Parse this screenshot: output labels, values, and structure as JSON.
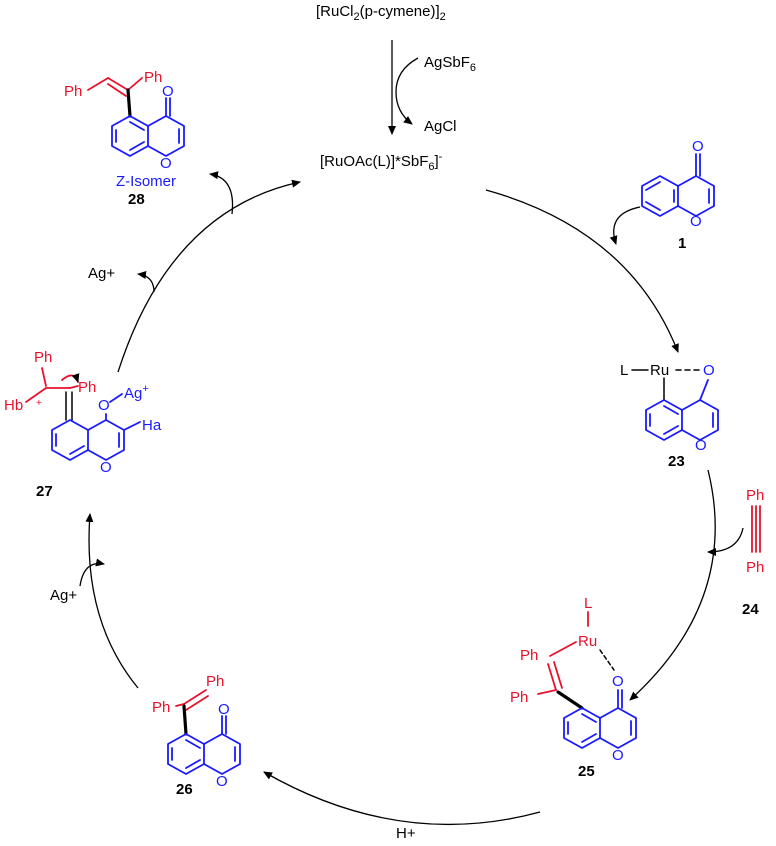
{
  "top": {
    "precatalyst": "[RuCl",
    "precatalyst_sub": "2",
    "precatalyst_mid": "(p-cymene)]",
    "precatalyst_sub2": "2",
    "reagent": "AgSbF",
    "reagent_sub": "6",
    "byproduct": "AgCl",
    "catalyst": "[RuOAc(L)]",
    "catalyst_mid": "*SbF",
    "catalyst_sub": "6",
    "catalyst_sup": "]",
    "catalyst_charge": "-"
  },
  "compounds": {
    "c1_label": "1",
    "c23_label": "23",
    "c24_label": "24",
    "c25_label": "25",
    "c26_label": "26",
    "c27_label": "27",
    "c28_label": "28",
    "z_isomer": "Z-Isomer"
  },
  "atoms": {
    "O": "O",
    "Ph": "Ph",
    "L": "L",
    "Ru": "Ru",
    "Ha": "Ha",
    "Hb": "Hb",
    "plus": "+",
    "Ag": "Ag",
    "Ag_plus": "+"
  },
  "reagents": {
    "ag_plus_upper": "Ag+",
    "ag_plus_lower": "Ag+",
    "h_plus": "H+"
  },
  "colors": {
    "chromone": "#1a1aff",
    "alkyne_part": "#e8122d",
    "arrows": "#000000"
  }
}
